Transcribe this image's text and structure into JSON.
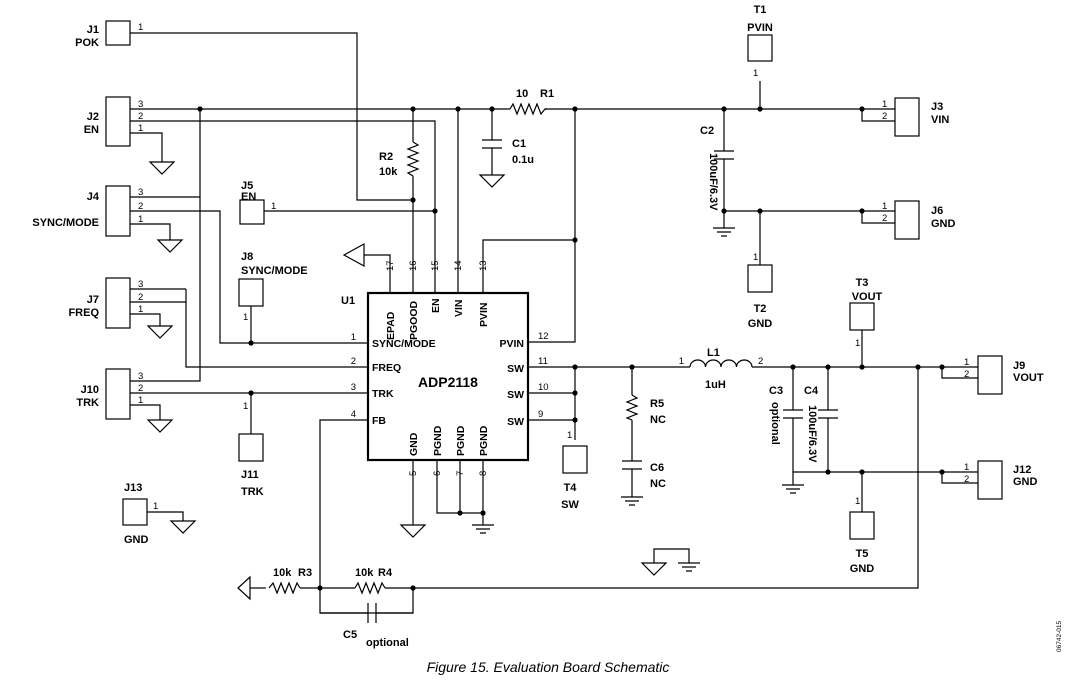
{
  "title": "Figure 15. Evaluation Board Schematic",
  "doc_id": "06742-015",
  "ic": {
    "ref": "U1",
    "part": "ADP2118",
    "top_pins": [
      {
        "num": "17",
        "name": "EPAD"
      },
      {
        "num": "16",
        "name": "PGOOD"
      },
      {
        "num": "15",
        "name": "EN"
      },
      {
        "num": "14",
        "name": "VIN"
      },
      {
        "num": "13",
        "name": "PVIN"
      }
    ],
    "left_pins": [
      {
        "num": "1",
        "name": "SYNC/MODE"
      },
      {
        "num": "2",
        "name": "FREQ"
      },
      {
        "num": "3",
        "name": "TRK"
      },
      {
        "num": "4",
        "name": "FB"
      }
    ],
    "right_pins": [
      {
        "num": "12",
        "name": "PVIN"
      },
      {
        "num": "11",
        "name": "SW"
      },
      {
        "num": "10",
        "name": "SW"
      },
      {
        "num": "9",
        "name": "SW"
      }
    ],
    "bottom_pins": [
      {
        "num": "5",
        "name": "GND"
      },
      {
        "num": "6",
        "name": "PGND"
      },
      {
        "num": "7",
        "name": "PGND"
      },
      {
        "num": "8",
        "name": "PGND"
      }
    ]
  },
  "connectors": {
    "j1": {
      "ref": "J1",
      "name": "POK",
      "pin": "1"
    },
    "j2": {
      "ref": "J2",
      "name": "EN",
      "pins": [
        "3",
        "2",
        "1"
      ]
    },
    "j4": {
      "ref": "J4",
      "name": "SYNC/MODE",
      "pins": [
        "3",
        "2",
        "1"
      ]
    },
    "j7": {
      "ref": "J7",
      "name": "FREQ",
      "pins": [
        "3",
        "2",
        "1"
      ]
    },
    "j10": {
      "ref": "J10",
      "name": "TRK",
      "pins": [
        "3",
        "2",
        "1"
      ]
    },
    "j5": {
      "ref": "J5",
      "name": "EN",
      "pin": "1"
    },
    "j8": {
      "ref": "J8",
      "name": "SYNC/MODE",
      "pin": "1"
    },
    "j11": {
      "ref": "J11",
      "name": "TRK",
      "pin": "1"
    },
    "j13": {
      "ref": "J13",
      "name": "GND",
      "pin": "1"
    },
    "j3": {
      "ref": "J3",
      "name": "VIN",
      "pins": [
        "1",
        "2"
      ]
    },
    "j6": {
      "ref": "J6",
      "name": "GND",
      "pins": [
        "1",
        "2"
      ]
    },
    "j9": {
      "ref": "J9",
      "name": "VOUT",
      "pins": [
        "1",
        "2"
      ]
    },
    "j12": {
      "ref": "J12",
      "name": "GND",
      "pins": [
        "1",
        "2"
      ]
    }
  },
  "test_points": {
    "t1": {
      "ref": "T1",
      "name": "PVIN",
      "pin": "1"
    },
    "t2": {
      "ref": "T2",
      "name": "GND",
      "pin": "1"
    },
    "t3": {
      "ref": "T3",
      "name": "VOUT",
      "pin": "1"
    },
    "t4": {
      "ref": "T4",
      "name": "SW",
      "pin": "1"
    },
    "t5": {
      "ref": "T5",
      "name": "GND",
      "pin": "1"
    }
  },
  "components": {
    "r1": {
      "ref": "R1",
      "value": "10"
    },
    "r2": {
      "ref": "R2",
      "value": "10k"
    },
    "r3": {
      "ref": "R3",
      "value": "10k"
    },
    "r4": {
      "ref": "R4",
      "value": "10k"
    },
    "r5": {
      "ref": "R5",
      "value": "NC"
    },
    "c1": {
      "ref": "C1",
      "value": "0.1u"
    },
    "c2": {
      "ref": "C2",
      "value": "100uF/6.3V"
    },
    "c3": {
      "ref": "C3",
      "value": "optional"
    },
    "c4": {
      "ref": "C4",
      "value": "100uF/6.3V"
    },
    "c5": {
      "ref": "C5",
      "value": "optional"
    },
    "c6": {
      "ref": "C6",
      "value": "NC"
    },
    "l1": {
      "ref": "L1",
      "value": "1uH",
      "pin_a": "1",
      "pin_b": "2"
    }
  }
}
